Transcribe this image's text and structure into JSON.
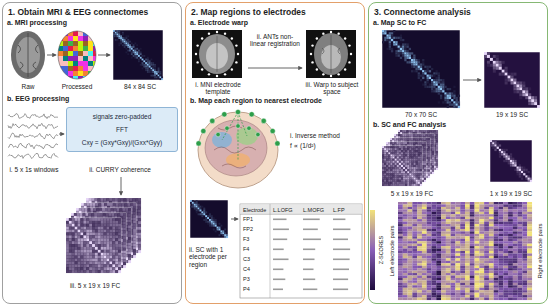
{
  "diagram": {
    "nodes": [
      {
        "text": [
          "1. Obtain MRI & EEG connectomes"
        ]
      },
      {
        "text": [
          "signals zero-padded",
          "FFT",
          "Cxy = (Gxy*Gxy)/(Gxx*Gyy)"
        ],
        "in": 0
      },
      {
        "text": [
          "2. Map regions to electrodes"
        ]
      },
      {
        "text": [
          "3. Connectome analysis"
        ]
      }
    ],
    "labels": [
      "a. MRI processing",
      "Raw",
      "Processed",
      "84 x 84 SC",
      "b. EEG processing",
      "i. 5 x 1s windows",
      "ii. CURRY coherence",
      "iii. 5 x 19 x 19 FC",
      "a. Electrode warp",
      "i. MNI electrode template",
      "ii. ANTs non-linear registration",
      "iii. Warp to subject space",
      "b. Map each region to nearest electrode",
      "i. Inverse method",
      "f ∝ (1/d²)",
      "ii. SC with 1 electrode per region",
      "Electrode",
      "L.LOFG",
      "L.MOFG",
      "L.FP",
      "FP1",
      "FP2",
      "F3",
      "F4",
      "C3",
      "C4",
      "P3",
      "P4",
      "a. Map SC to FC",
      "70 x 70 SC",
      "19 x 19 SC",
      "b. SC and FC analysis",
      "5 x 19 x 19 FC",
      "1 x 19 x 19 SC",
      "Z-SCORES",
      "Left electrode pairs",
      "Right electrode pairs"
    ]
  }
}
